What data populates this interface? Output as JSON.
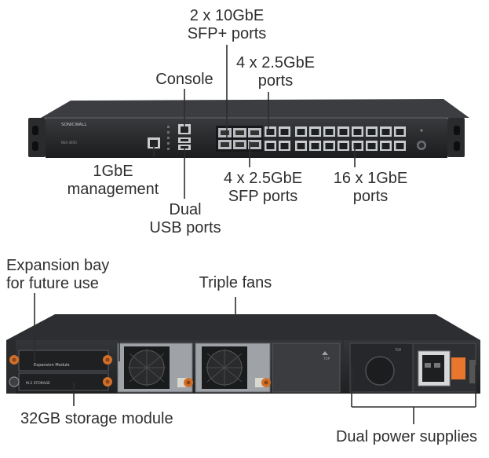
{
  "front": {
    "labels": {
      "sfp_plus_10g": [
        "2 x 10GbE",
        "SFP+ ports"
      ],
      "ports_25g_copper": [
        "4 x 2.5GbE",
        "ports"
      ],
      "console": "Console",
      "mgmt_1g": [
        "1GbE",
        "management"
      ],
      "usb": [
        "Dual",
        "USB ports"
      ],
      "sfp_25g": [
        "4 x 2.5GbE",
        "SFP ports"
      ],
      "ports_1g": [
        "16 x 1GbE",
        "ports"
      ]
    },
    "brand": "SONICWALL",
    "model": "NSA 4650"
  },
  "rear": {
    "labels": {
      "expansion_bay": [
        "Expansion bay",
        "for future use"
      ],
      "fans": "Triple fans",
      "storage": "32GB storage module",
      "power": "Dual power supplies"
    },
    "expansion_module_text": "Expansion Module",
    "storage_module_text": "M.2 STORAGE"
  },
  "colors": {
    "chassis": "#2b2c2e",
    "chassis_dark": "#1b1c1e",
    "callout_line": "#2e2e2e",
    "port_metal": "#c9cccf",
    "screw_orange": "#d2702a",
    "power_orange": "#e8762d"
  }
}
